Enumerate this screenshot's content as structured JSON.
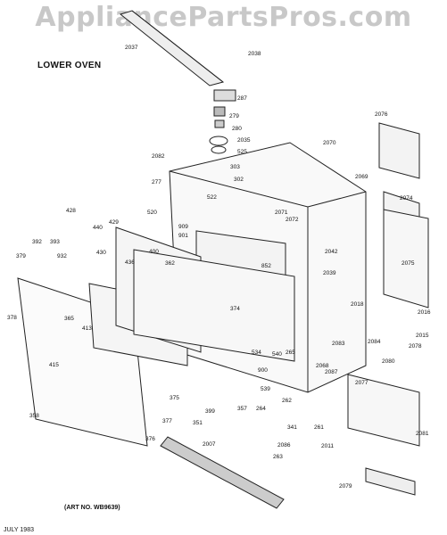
{
  "watermark": "AppliancePartsPros.com",
  "subtitle": "LOWER OVEN",
  "art_number": "(ART NO. WB9639)",
  "date": "JULY 1983",
  "part_labels": [
    "2037",
    "2038",
    "287",
    "279",
    "280",
    "2035",
    "525",
    "303",
    "302",
    "2082",
    "2070",
    "2076",
    "277",
    "522",
    "2069",
    "428",
    "429",
    "520",
    "2071",
    "2072",
    "2074",
    "440",
    "392",
    "393",
    "932",
    "909",
    "901",
    "2042",
    "2075",
    "379",
    "430",
    "436",
    "400",
    "362",
    "852",
    "2039",
    "2018",
    "2016",
    "378",
    "365",
    "413",
    "374",
    "2015",
    "2078",
    "2083",
    "2084",
    "2080",
    "534",
    "540",
    "265",
    "415",
    "2068",
    "2087",
    "2077",
    "375",
    "900",
    "539",
    "357",
    "264",
    "262",
    "341",
    "261",
    "358",
    "377",
    "351",
    "399",
    "2081",
    "376",
    "2086",
    "263",
    "2011",
    "2007",
    "2079"
  ]
}
